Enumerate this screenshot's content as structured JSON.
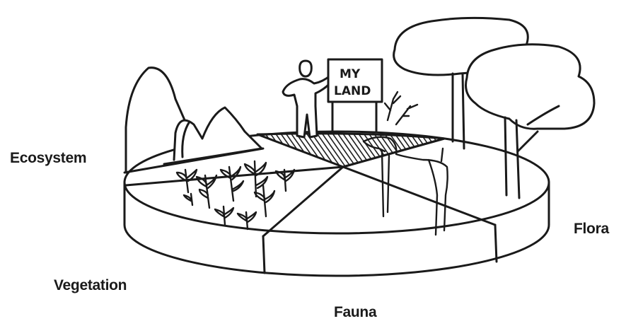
{
  "sign": {
    "line1": "MY",
    "line2": "LAND"
  },
  "labels": {
    "ecosystem": "Ecosystem",
    "vegetation": "Vegetation",
    "fauna": "Fauna",
    "flora": "Flora"
  },
  "colors": {
    "ink": "#1a1a1a",
    "background": "#ffffff"
  }
}
